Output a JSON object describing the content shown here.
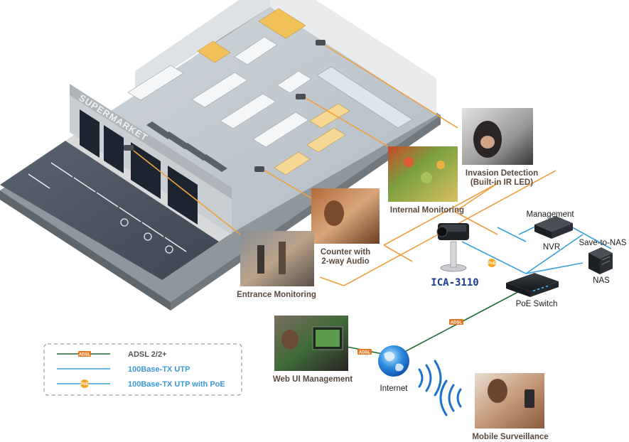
{
  "building": {
    "sign_text": "SUPERMARKET"
  },
  "photos": {
    "invasion": {
      "label_line1": "Invasion Detection",
      "label_line2": "(Built-in IR LED)"
    },
    "internal": {
      "label": "Internal Monitoring"
    },
    "counter": {
      "label_line1": "Counter with",
      "label_line2": "2-way Audio"
    },
    "entrance": {
      "label": "Entrance Monitoring"
    },
    "web_ui": {
      "label": "Web UI Management"
    },
    "mobile": {
      "label": "Mobile Surveillance"
    }
  },
  "devices": {
    "camera": {
      "label": "ICA-3110",
      "color": "#1a3f8c"
    },
    "nvr": {
      "label": "NVR",
      "group_label": "Management"
    },
    "nas": {
      "label": "NAS",
      "group_label": "Save-to-NAS"
    },
    "switch": {
      "label": "PoE Switch"
    },
    "internet": {
      "label": "Internet"
    }
  },
  "tags": {
    "adsl": "ADSL",
    "poe": "PoE"
  },
  "legend": {
    "items": [
      {
        "tag": "ADSL",
        "label": "ADSL 2/2+",
        "line_color": "#1e6b34",
        "text_color": "#555555"
      },
      {
        "tag": "",
        "label": "100Base-TX UTP",
        "line_color": "#3aa0d8",
        "text_color": "#3a9ad6"
      },
      {
        "tag": "PoE",
        "label": "100Base-TX UTP with PoE",
        "line_color": "#3aa0d8",
        "text_color": "#3a9ad6"
      }
    ]
  },
  "colors": {
    "orange_line": "#f0a040",
    "blue_line": "#3aa0d8",
    "green_line": "#1e6b34",
    "tag_orange": "#e8761e"
  }
}
